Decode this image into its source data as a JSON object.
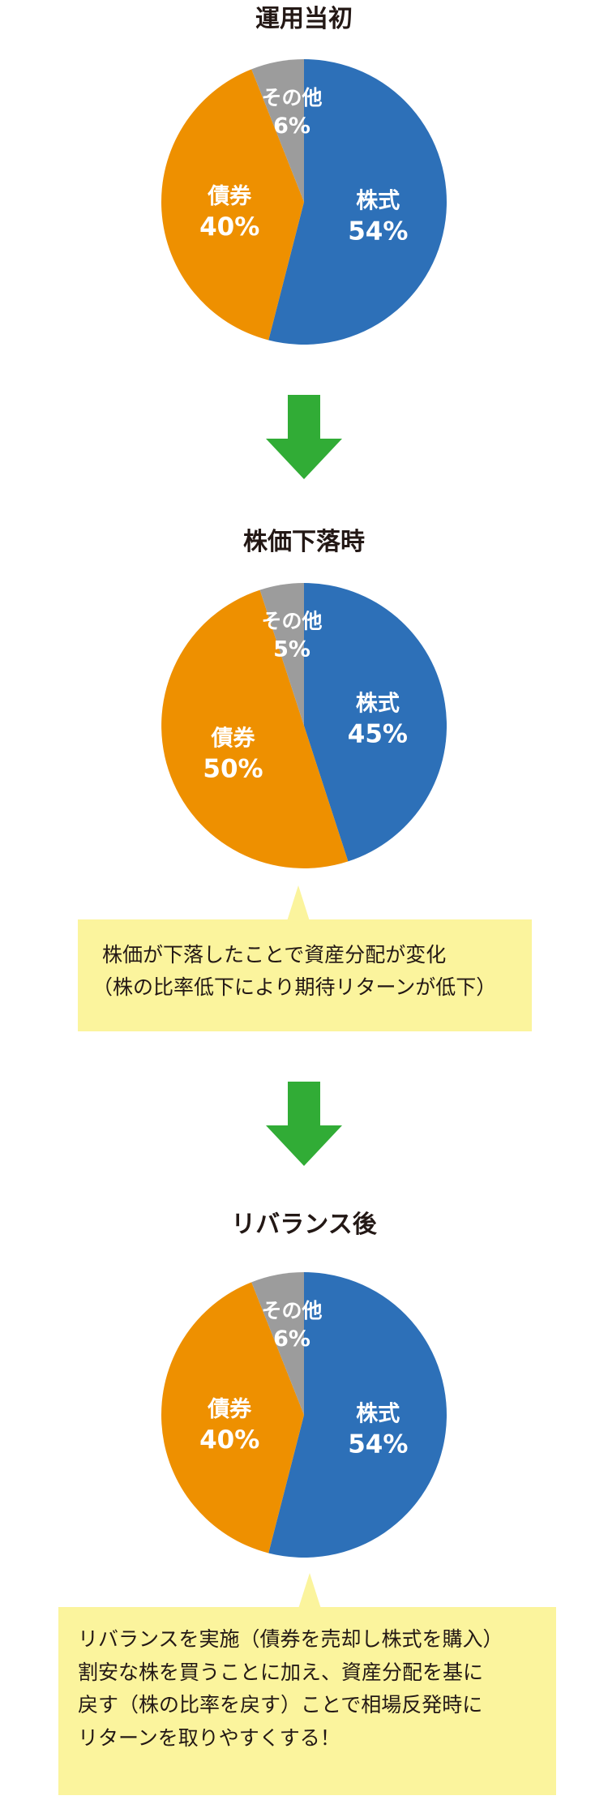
{
  "colors": {
    "stocks": "#2d70b8",
    "bonds": "#ee9000",
    "other": "#9c9c9c",
    "arrow": "#31ac36",
    "callout_bg": "#fbf49d",
    "title_text": "#231815",
    "label_text": "#ffffff"
  },
  "arrow_icon": "arrow-down",
  "sections": [
    {
      "title": "運用当初"
    },
    {
      "title": "株価下落時"
    },
    {
      "title": "リバランス後"
    }
  ],
  "callouts": [
    {
      "lines": [
        "株価が下落したことで資産分配が変化",
        "（株の比率低下により期待リターンが低下）"
      ]
    },
    {
      "lines": [
        "リバランスを実施（債券を売却し株式を購入）",
        "割安な株を買うことに加え、資産分配を基に",
        "戻す（株の比率を戻す）ことで相場反発時に",
        "リターンを取りやすくする！"
      ]
    }
  ],
  "chart_data": [
    {
      "type": "pie",
      "title": "運用当初",
      "slices": [
        {
          "name": "株式",
          "value": 54,
          "label": "54%",
          "color": "#2d70b8"
        },
        {
          "name": "債券",
          "value": 40,
          "label": "40%",
          "color": "#ee9000"
        },
        {
          "name": "その他",
          "value": 6,
          "label": "6%",
          "color": "#9c9c9c"
        }
      ]
    },
    {
      "type": "pie",
      "title": "株価下落時",
      "slices": [
        {
          "name": "株式",
          "value": 45,
          "label": "45%",
          "color": "#2d70b8"
        },
        {
          "name": "債券",
          "value": 50,
          "label": "50%",
          "color": "#ee9000"
        },
        {
          "name": "その他",
          "value": 5,
          "label": "5%",
          "color": "#9c9c9c"
        }
      ]
    },
    {
      "type": "pie",
      "title": "リバランス後",
      "slices": [
        {
          "name": "株式",
          "value": 54,
          "label": "54%",
          "color": "#2d70b8"
        },
        {
          "name": "債券",
          "value": 40,
          "label": "40%",
          "color": "#ee9000"
        },
        {
          "name": "その他",
          "value": 6,
          "label": "6%",
          "color": "#9c9c9c"
        }
      ]
    }
  ]
}
